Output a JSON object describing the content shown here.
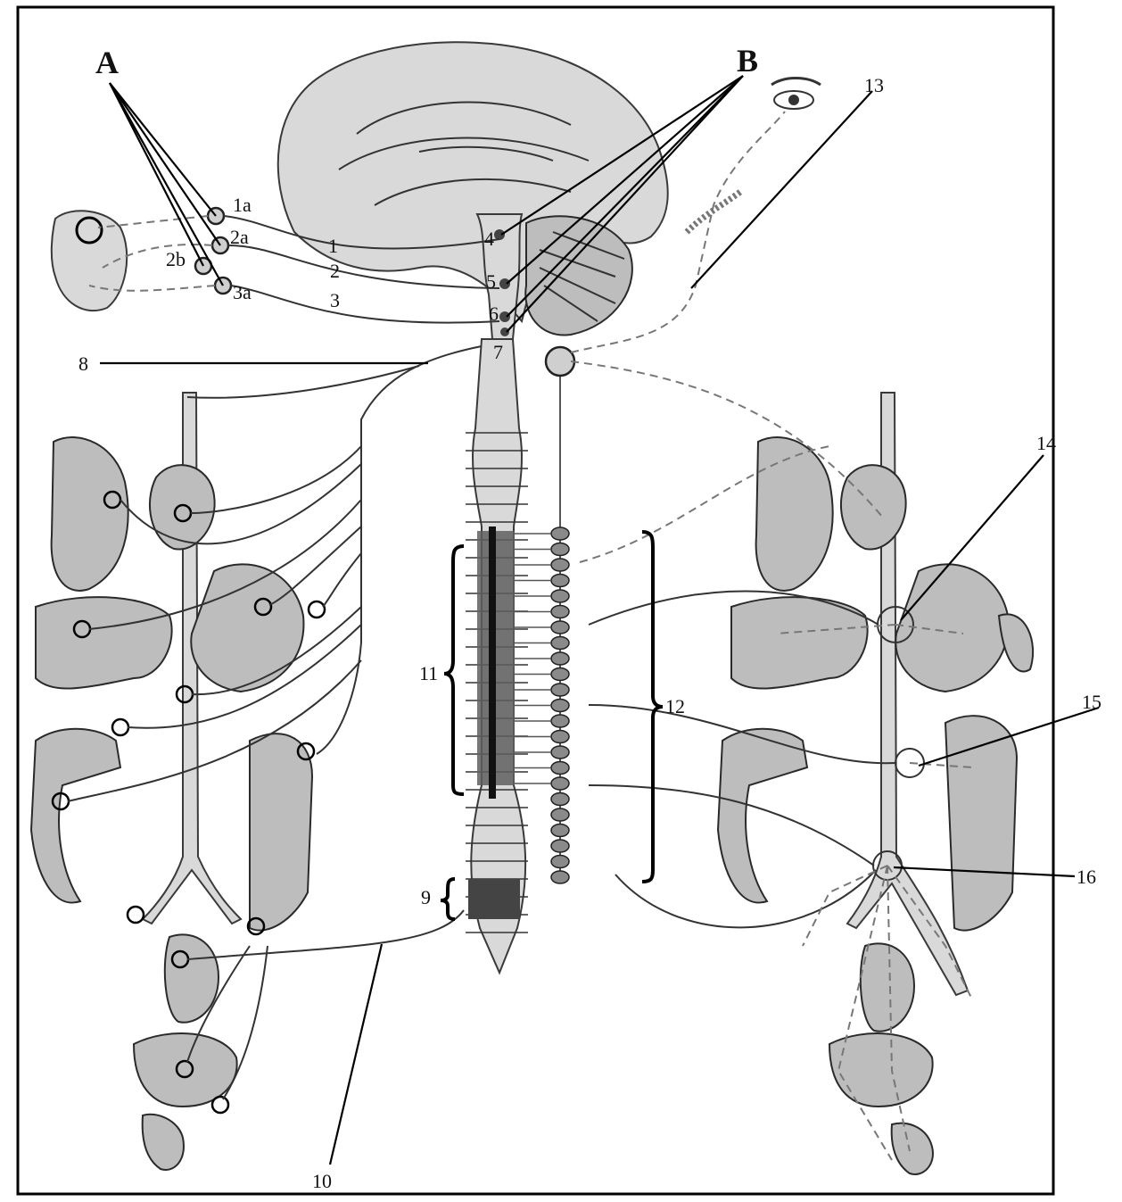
{
  "diagram": {
    "group_labels": {
      "A": "A",
      "B": "B"
    },
    "cranial_ganglia": {
      "g1a": "1a",
      "g2a": "2a",
      "g2b": "2b",
      "g3a": "3a"
    },
    "cranial_nerves": {
      "n1": "1",
      "n2": "2",
      "n3": "3"
    },
    "brainstem_nuclei": {
      "n4": "4",
      "n5": "5",
      "n6": "6",
      "n7": "7"
    },
    "numbered_labels": {
      "l8": "8",
      "l9": "9",
      "l10": "10",
      "l11": "11",
      "l12": "12",
      "l13": "13",
      "l14": "14",
      "l15": "15",
      "l16": "16"
    }
  }
}
